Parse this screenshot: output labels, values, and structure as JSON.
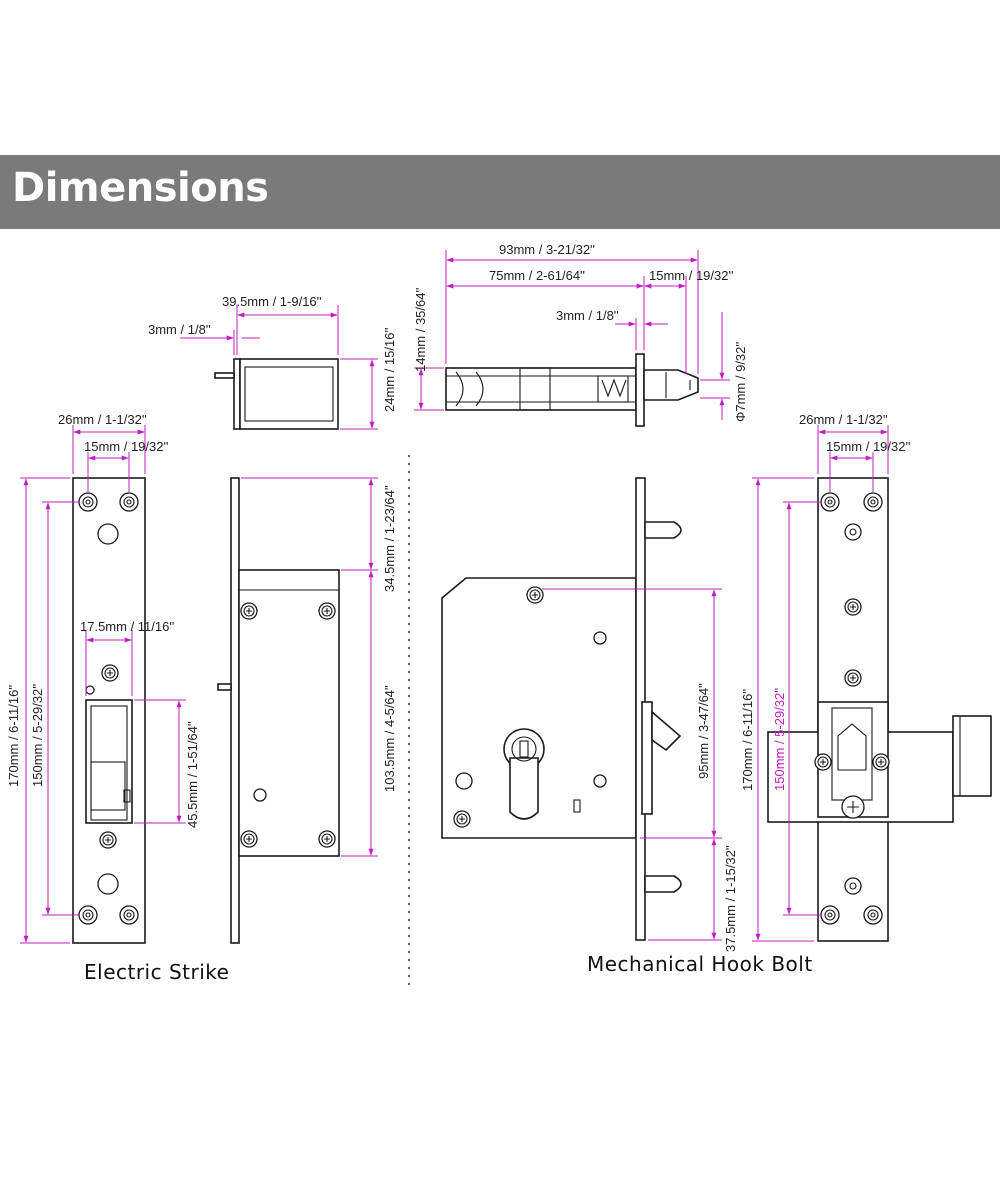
{
  "header": {
    "title": "Dimensions"
  },
  "captions": {
    "electric_strike": "Electric Strike",
    "hook_bolt": "Mechanical Hook Bolt"
  },
  "dims": {
    "es_top_width": "39.5mm / 1-9/16''",
    "es_top_3mm": "3mm / 1/8''",
    "es_top_24mm": "24mm / 15/16''",
    "es_front_26mm": "26mm / 1-1/32''",
    "es_front_15mm": "15mm / 19/32''",
    "es_front_17_5mm": "17.5mm / 11/16''",
    "es_front_45_5mm": "45.5mm / 1-51/64''",
    "es_front_170mm": "170mm / 6-11/16''",
    "es_front_150mm": "150mm / 5-29/32''",
    "es_side_34_5mm": "34.5mm / 1-23/64''",
    "es_side_103_5mm": "103.5mm / 4-5/64''",
    "hb_top_93mm": "93mm / 3-21/32''",
    "hb_top_75mm": "75mm / 2-61/64''",
    "hb_top_15mm": "15mm / 19/32''",
    "hb_top_3mm": "3mm / 1/8''",
    "hb_top_14mm": "14mm / 35/64''",
    "hb_top_phi7mm": "Φ7mm / 9/32''",
    "hb_side_95mm": "95mm / 3-47/64''",
    "hb_side_37_5mm": "37.5mm / 1-15/32''",
    "hb_front_26mm": "26mm / 1-1/32''",
    "hb_front_15mm": "15mm / 19/32''",
    "hb_front_170mm": "170mm / 6-11/16''",
    "hb_front_150mm": "150mm / 5-29/32''"
  },
  "colors": {
    "dimension_line": "#c21ec2",
    "banner": "#7a7a7a",
    "outline": "#1a1a1a"
  }
}
